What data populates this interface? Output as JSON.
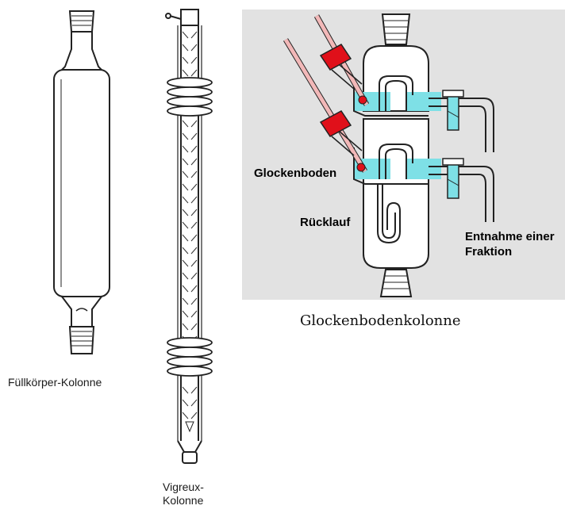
{
  "figures": {
    "packed_column": {
      "label": "Füllkörper-Kolonne"
    },
    "vigreux_column": {
      "label_line1": "Vigreux-",
      "label_line2": "Kolonne"
    },
    "bubble_cap_column": {
      "caption": "Glockenbodenkolonne",
      "labels": {
        "tray": "Glockenboden",
        "reflux": "Rücklauf",
        "withdrawal_line1": "Entnahme einer",
        "withdrawal_line2": "Fraktion"
      },
      "colors": {
        "panel": "#e2e2e2",
        "liquid": "#7ee0e6",
        "stopper": "#e0101a",
        "thermometer": "#f2b8b8",
        "glass": "#ffffff"
      }
    }
  }
}
